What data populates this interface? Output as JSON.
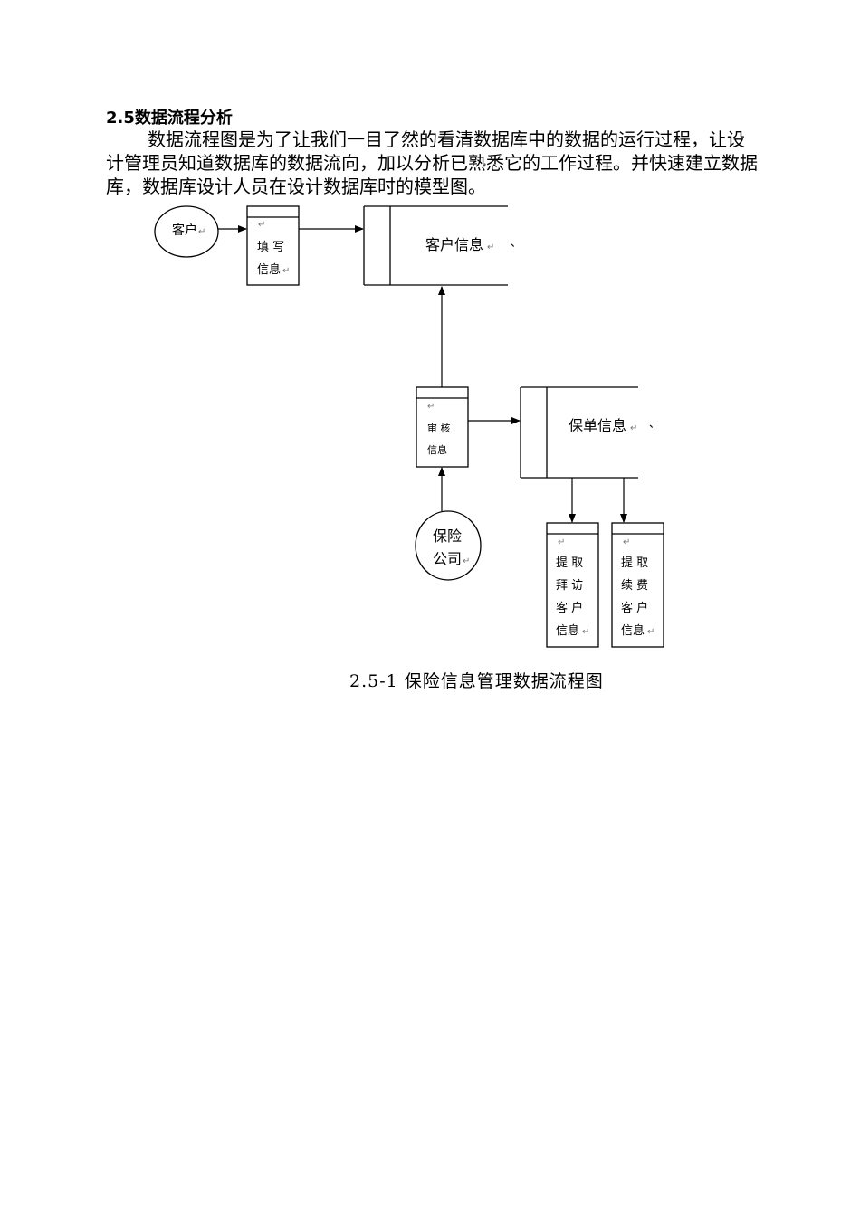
{
  "section": {
    "heading": "2.5数据流程分析",
    "paragraph": "数据流程图是为了让我们一目了然的看清数据库中的数据的运行过程，让设计管理员知道数据库的数据流向，加以分析已熟悉它的工作过程。并快速建立数据库，数据库设计人员在设计数据库时的模型图。"
  },
  "diagram": {
    "entities": {
      "customer": "客户",
      "insurer_line1": "保险",
      "insurer_line2": "公司"
    },
    "processes": {
      "fill": [
        "填 写",
        "信息"
      ],
      "review": [
        "审  核",
        "信息"
      ],
      "visit": [
        "提 取",
        "拜 访",
        "客 户",
        "信息"
      ],
      "renew": [
        "提 取",
        "续 费",
        "客 户",
        "信息"
      ]
    },
    "stores": {
      "customer_info": "客户信息",
      "policy_info": "保单信息"
    },
    "marks": {
      "return": "↵",
      "dot": "、"
    }
  },
  "caption": "2.5-1 保险信息管理数据流程图"
}
